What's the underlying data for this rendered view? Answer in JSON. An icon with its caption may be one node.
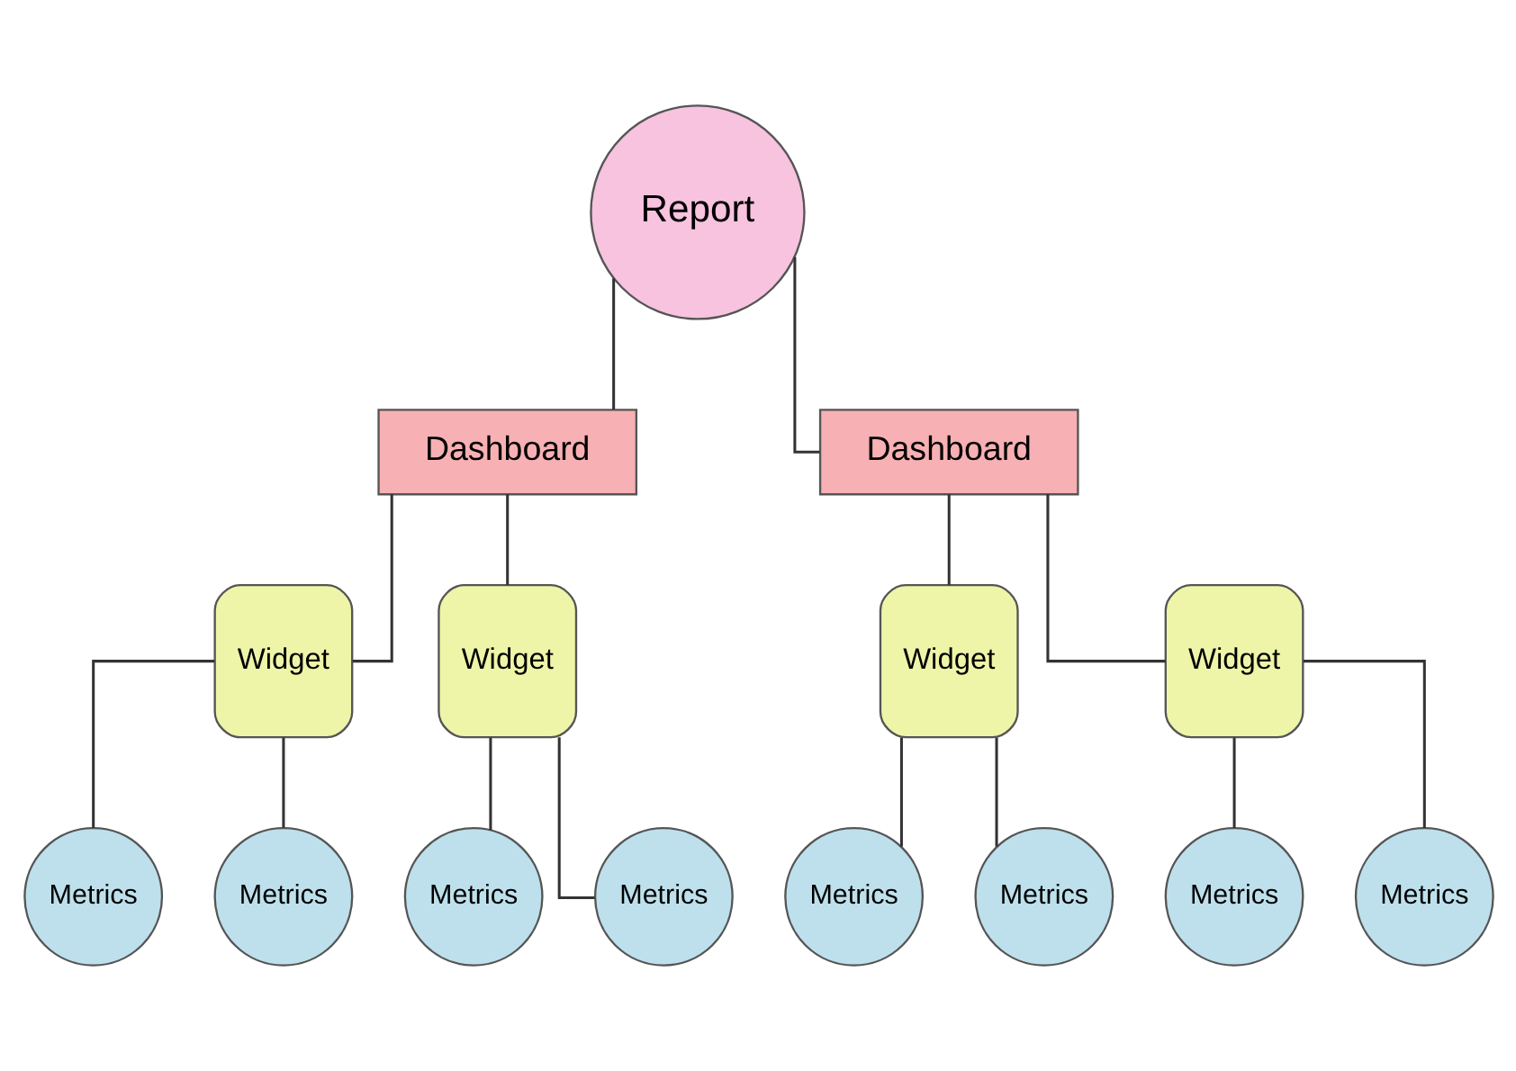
{
  "diagram": {
    "nodes": [
      {
        "text": [
          "Report"
        ]
      },
      {
        "text": [
          "Dashboard"
        ]
      },
      {
        "text": [
          "Dashboard"
        ]
      },
      {
        "text": [
          "Widget"
        ]
      },
      {
        "text": [
          "Widget"
        ]
      },
      {
        "text": [
          "Widget"
        ]
      },
      {
        "text": [
          "Widget"
        ]
      },
      {
        "text": [
          "Metrics"
        ]
      },
      {
        "text": [
          "Metrics"
        ]
      },
      {
        "text": [
          "Metrics"
        ]
      },
      {
        "text": [
          "Metrics"
        ]
      },
      {
        "text": [
          "Metrics"
        ]
      },
      {
        "text": [
          "Metrics"
        ]
      },
      {
        "text": [
          "Metrics"
        ]
      },
      {
        "text": [
          "Metrics"
        ]
      }
    ],
    "edges": [
      {
        "from": 0,
        "to": 1,
        "arrow": "none"
      },
      {
        "from": 0,
        "to": 2,
        "arrow": "none"
      },
      {
        "from": 1,
        "to": 3,
        "arrow": "none"
      },
      {
        "from": 1,
        "to": 4,
        "arrow": "none"
      },
      {
        "from": 2,
        "to": 5,
        "arrow": "none"
      },
      {
        "from": 2,
        "to": 6,
        "arrow": "none"
      },
      {
        "from": 3,
        "to": 7,
        "arrow": "none"
      },
      {
        "from": 3,
        "to": 8,
        "arrow": "none"
      },
      {
        "from": 4,
        "to": 9,
        "arrow": "none"
      },
      {
        "from": 4,
        "to": 10,
        "arrow": "none"
      },
      {
        "from": 5,
        "to": 11,
        "arrow": "none"
      },
      {
        "from": 5,
        "to": 12,
        "arrow": "none"
      },
      {
        "from": 6,
        "to": 13,
        "arrow": "none"
      },
      {
        "from": 6,
        "to": 14,
        "arrow": "none"
      }
    ]
  }
}
